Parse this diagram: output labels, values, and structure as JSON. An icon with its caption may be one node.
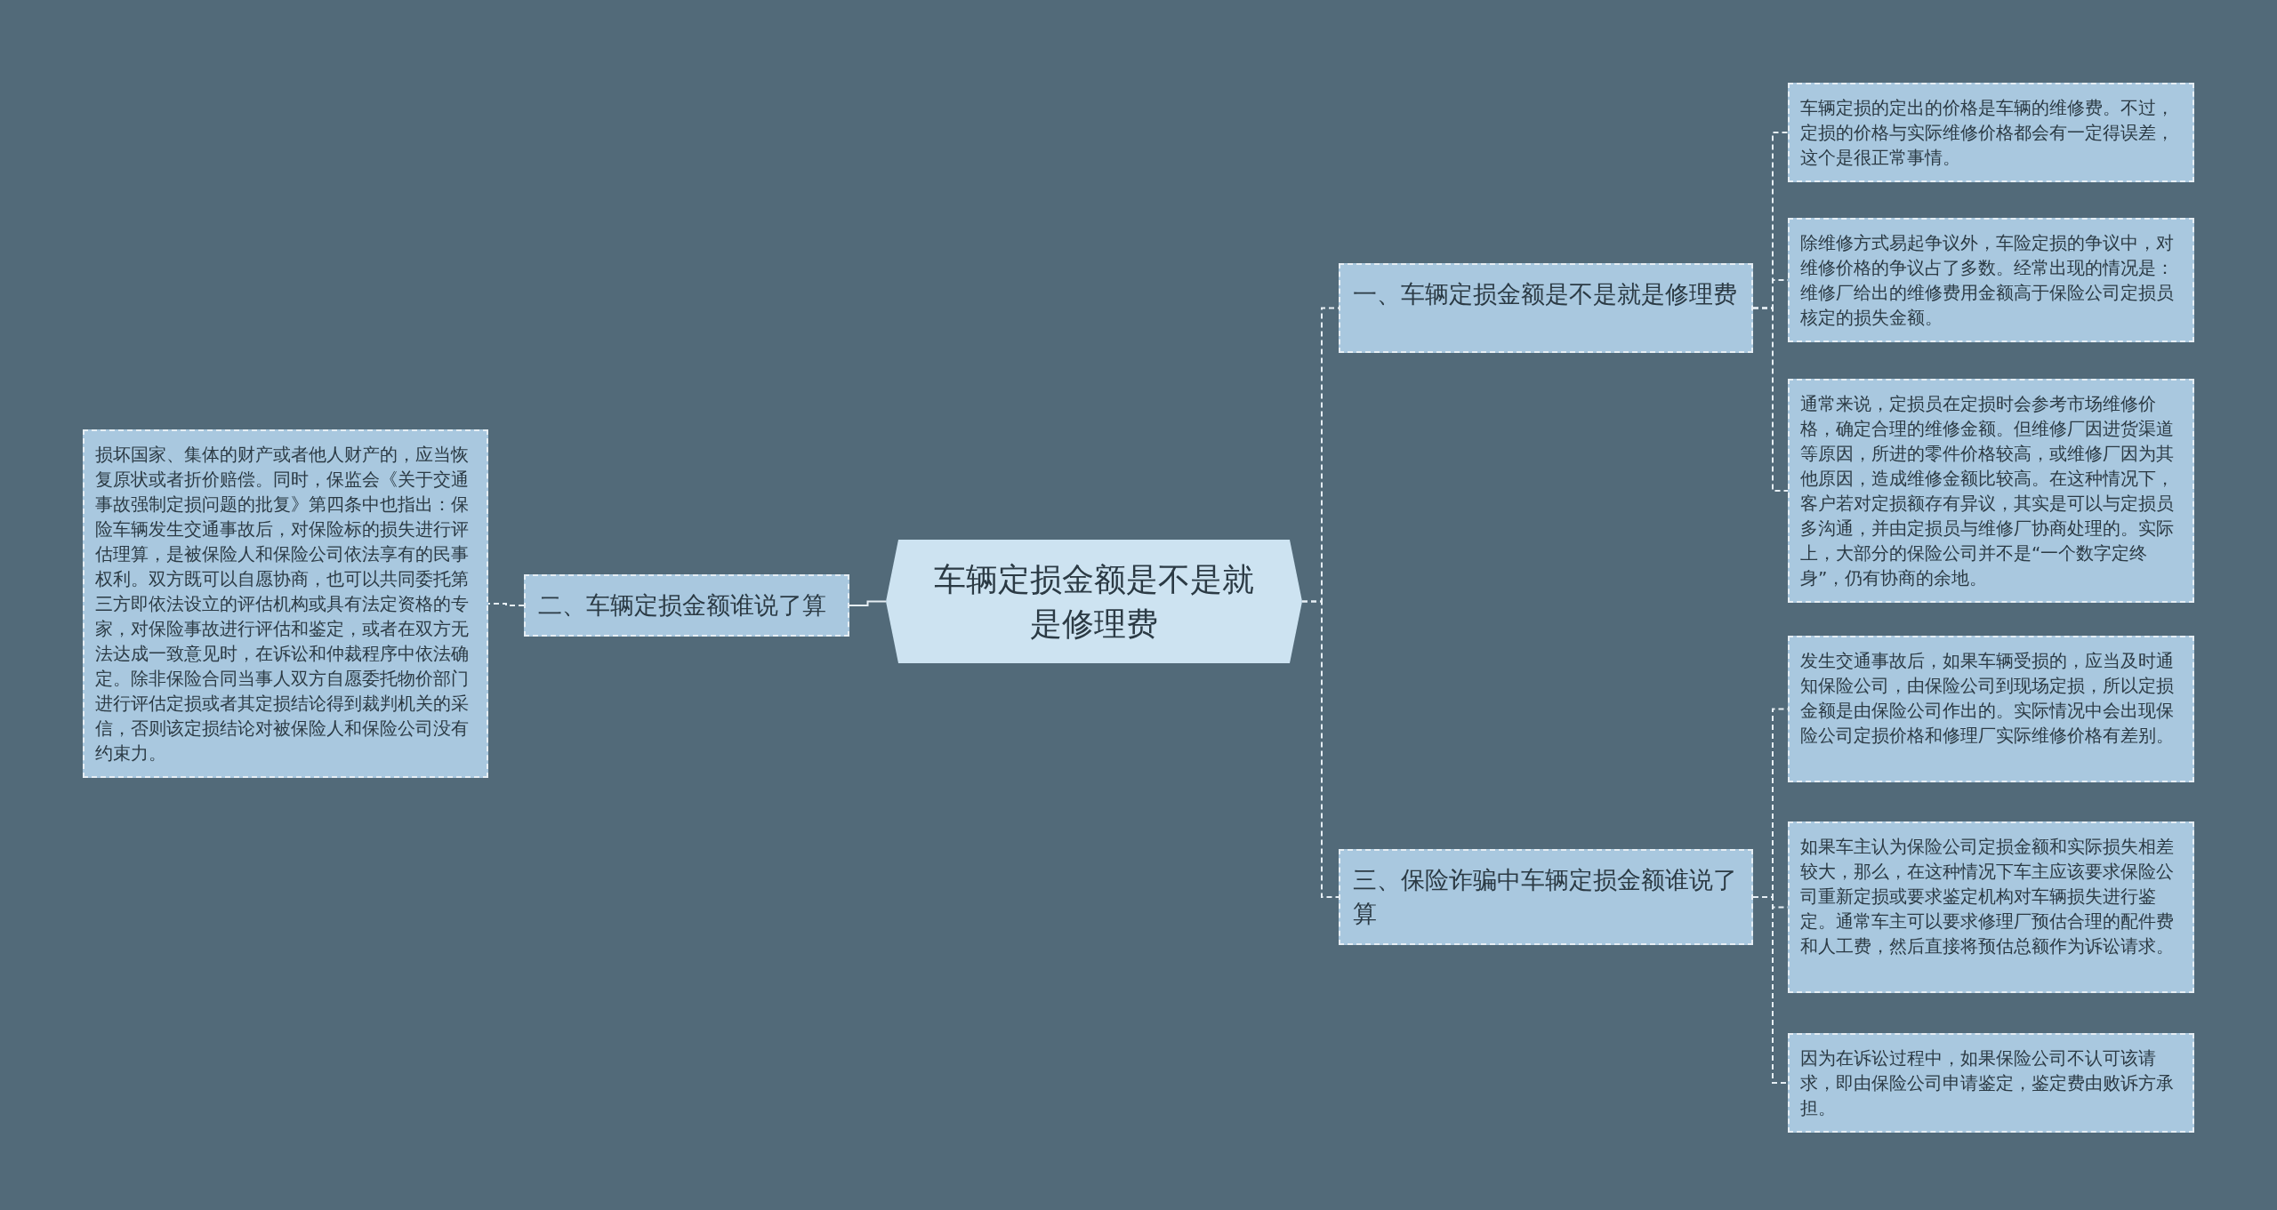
{
  "diagram": {
    "nodes": [
      {
        "text": [
          "车辆定损金额是不是就是修理费"
        ]
      },
      {
        "text": [
          "一、车辆定损金额是不是就是修理费"
        ]
      },
      {
        "text": [
          "车辆定损的定出的价格是车辆的维修费。不过，定损的价格与实际维修价格都会有一定得误差，这个是很正常事情。"
        ]
      },
      {
        "text": [
          "除维修方式易起争议外，车险定损的争议中，对维修价格的争议占了多数。经常出现的情况是：维修厂给出的维修费用金额高于保险公司定损员核定的损失金额。"
        ]
      },
      {
        "text": [
          "通常来说，定损员在定损时会参考市场维修价格，确定合理的维修金额。但维修厂因进货渠道等原因，所进的零件价格较高，或维修厂因为其他原因，造成维修金额比较高。在这种情况下，客户若对定损额存有异议，其实是可以与定损员多沟通，并由定损员与维修厂协商处理的。实际上，大部分的保险公司并不是“一个数字定终身”，仍有协商的余地。"
        ]
      },
      {
        "text": [
          "二、车辆定损金额谁说了算"
        ]
      },
      {
        "text": [
          "损坏国家、集体的财产或者他人财产的，应当恢复原状或者折价赔偿。同时，保监会《关于交通事故强制定损问题的批复》第四条中也指出：保险车辆发生交通事故后，对保险标的损失进行评估理算，是被保险人和保险公司依法享有的民事权利。双方既可以自愿协商，也可以共同委托第三方即依法设立的评估机构或具有法定资格的专家，对保险事故进行评估和鉴定，或者在双方无法达成一致意见时，在诉讼和仲裁程序中依法确定。除非保险合同当事人双方自愿委托物价部门进行评估定损或者其定损结论得到裁判机关的采信，否则该定损结论对被保险人和保险公司没有约束力。"
        ]
      },
      {
        "text": [
          "三、保险诈骗中车辆定损金额谁说了算"
        ]
      },
      {
        "text": [
          "发生交通事故后，如果车辆受损的，应当及时通知保险公司，由保险公司到现场定损，所以定损金额是由保险公司作出的。实际情况中会出现保险公司定损价格和修理厂实际维修价格有差别。"
        ]
      },
      {
        "text": [
          "如果车主认为保险公司定损金额和实际损失相差较大，那么，在这种情况下车主应该要求保险公司重新定损或要求鉴定机构对车辆损失进行鉴定。通常车主可以要求修理厂预估合理的配件费和人工费，然后直接将预估总额作为诉讼请求。"
        ]
      },
      {
        "text": [
          "因为在诉讼过程中，如果保险公司不认可该请求，即由保险公司申请鉴定，鉴定费由败诉方承担。"
        ]
      }
    ],
    "edges": [
      {
        "from": 0,
        "to": 1,
        "arrow": "none",
        "style": "dashed"
      },
      {
        "from": 1,
        "to": 2,
        "arrow": "none",
        "style": "dashed"
      },
      {
        "from": 1,
        "to": 3,
        "arrow": "none",
        "style": "dashed"
      },
      {
        "from": 1,
        "to": 4,
        "arrow": "none",
        "style": "dashed"
      },
      {
        "from": 0,
        "to": 5,
        "arrow": "none"
      },
      {
        "from": 5,
        "to": 6,
        "arrow": "none",
        "style": "dashed"
      },
      {
        "from": 0,
        "to": 7,
        "arrow": "none",
        "style": "dashed"
      },
      {
        "from": 7,
        "to": 8,
        "arrow": "none",
        "style": "dashed"
      },
      {
        "from": 7,
        "to": 9,
        "arrow": "none",
        "style": "dashed"
      },
      {
        "from": 7,
        "to": 10,
        "arrow": "none",
        "style": "dashed"
      }
    ]
  }
}
